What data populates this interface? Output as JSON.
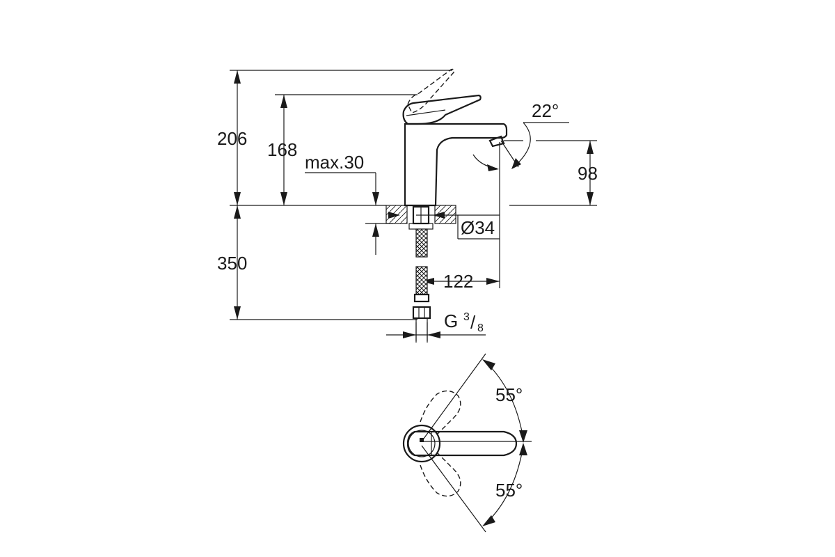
{
  "dimensions": {
    "height_lever_raised": "206",
    "height_spout": "168",
    "max_thickness": "max.30",
    "height_outlet": "98",
    "spout_angle": "22°",
    "diameter": "Ø34",
    "hose_length": "350",
    "projection": "122",
    "connection_prefix": "G",
    "connection_num": "3",
    "connection_slash": "/",
    "connection_den": "8",
    "rotation_left": "55°",
    "rotation_right": "55°"
  }
}
